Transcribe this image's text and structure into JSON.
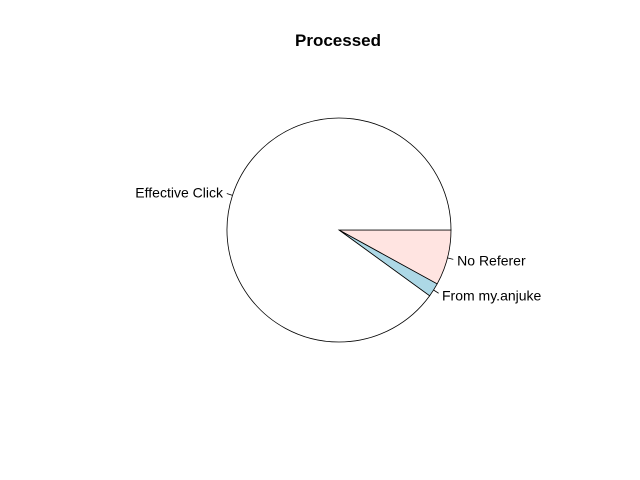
{
  "chart_data": {
    "type": "pie",
    "title": "Processed",
    "start_angle_deg": 0,
    "direction": "counterclockwise",
    "slices": [
      {
        "label": "Effective Click",
        "value": 0.9,
        "color": "#ffffff"
      },
      {
        "label": "From my.anjuke",
        "value": 0.02,
        "color": "#add8e6"
      },
      {
        "label": "No Referer",
        "value": 0.08,
        "color": "#ffe4e1"
      }
    ]
  }
}
